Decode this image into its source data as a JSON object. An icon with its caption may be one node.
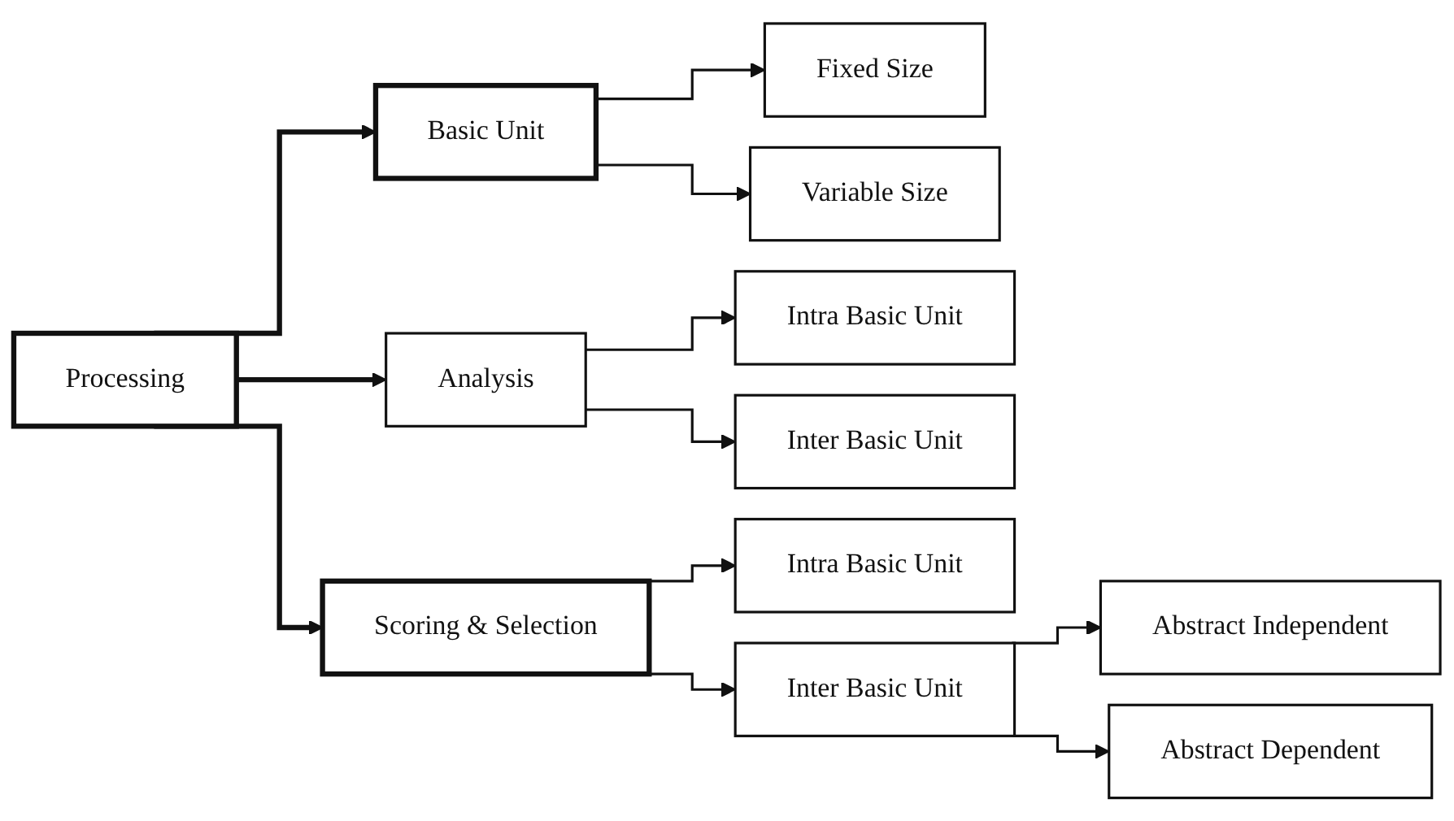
{
  "diagram": {
    "nodes": [
      {
        "text": [
          "Processing"
        ]
      },
      {
        "text": [
          "Basic Unit"
        ]
      },
      {
        "text": [
          "Analysis"
        ]
      },
      {
        "text": [
          "Scoring & Selection"
        ]
      },
      {
        "text": [
          "Fixed Size"
        ]
      },
      {
        "text": [
          "Variable Size"
        ]
      },
      {
        "text": [
          "Intra Basic Unit"
        ]
      },
      {
        "text": [
          "Inter Basic Unit"
        ]
      },
      {
        "text": [
          "Intra Basic Unit"
        ]
      },
      {
        "text": [
          "Inter Basic Unit"
        ]
      },
      {
        "text": [
          "Abstract Independent"
        ]
      },
      {
        "text": [
          "Abstract Dependent"
        ]
      }
    ],
    "edges": [
      {
        "from": 0,
        "to": 1,
        "arrow": "to",
        "style": "thick"
      },
      {
        "from": 0,
        "to": 2,
        "arrow": "to",
        "style": "thick"
      },
      {
        "from": 0,
        "to": 3,
        "arrow": "to",
        "style": "thick"
      },
      {
        "from": 1,
        "to": 4,
        "arrow": "to"
      },
      {
        "from": 1,
        "to": 5,
        "arrow": "to"
      },
      {
        "from": 2,
        "to": 6,
        "arrow": "to"
      },
      {
        "from": 2,
        "to": 7,
        "arrow": "to"
      },
      {
        "from": 3,
        "to": 8,
        "arrow": "to"
      },
      {
        "from": 3,
        "to": 9,
        "arrow": "to"
      },
      {
        "from": 9,
        "to": 10,
        "arrow": "to"
      },
      {
        "from": 9,
        "to": 11,
        "arrow": "to"
      }
    ]
  }
}
